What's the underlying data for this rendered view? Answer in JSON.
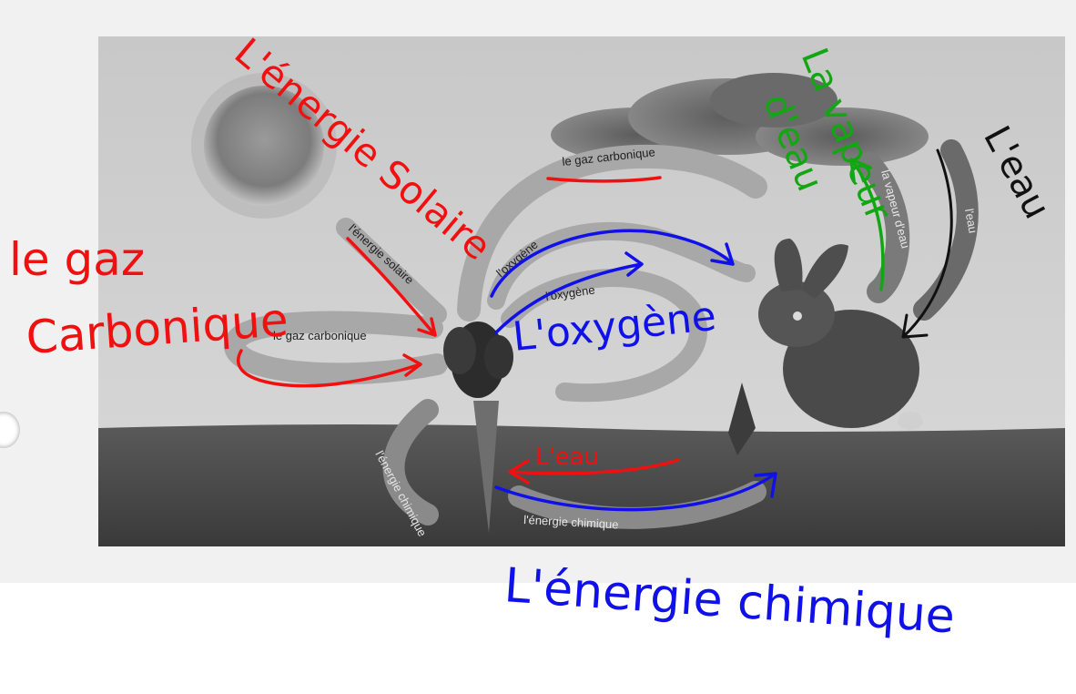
{
  "printed_labels": {
    "solar_energy": "l'énergie solaire",
    "co2_top": "le gaz carbonique",
    "co2_left": "le gaz carbonique",
    "oxygen_top": "l'oxygène",
    "oxygen_middle": "l'oxygène",
    "water_vapour": "la vapeur d'eau",
    "water_rain": "l'eau",
    "chemical_energy_left": "l'énergie chimique",
    "chemical_energy_right": "l'énergie chimique"
  },
  "handwritten_labels": {
    "solar_energy": "L'énergie Solaire",
    "co2_line1": "le gaz",
    "co2_line2": "Carbonique",
    "oxygen": "L'oxygène",
    "water_vapour_line1": "La vapeur",
    "water_vapour_line2": "d'eau",
    "water_rain": "L'eau",
    "water_soil": "L'eau",
    "chemical_energy": "L'énergie chimique"
  },
  "ink_colors": {
    "red": "#f01010",
    "blue": "#1010e8",
    "green": "#12a612",
    "black": "#111111"
  }
}
